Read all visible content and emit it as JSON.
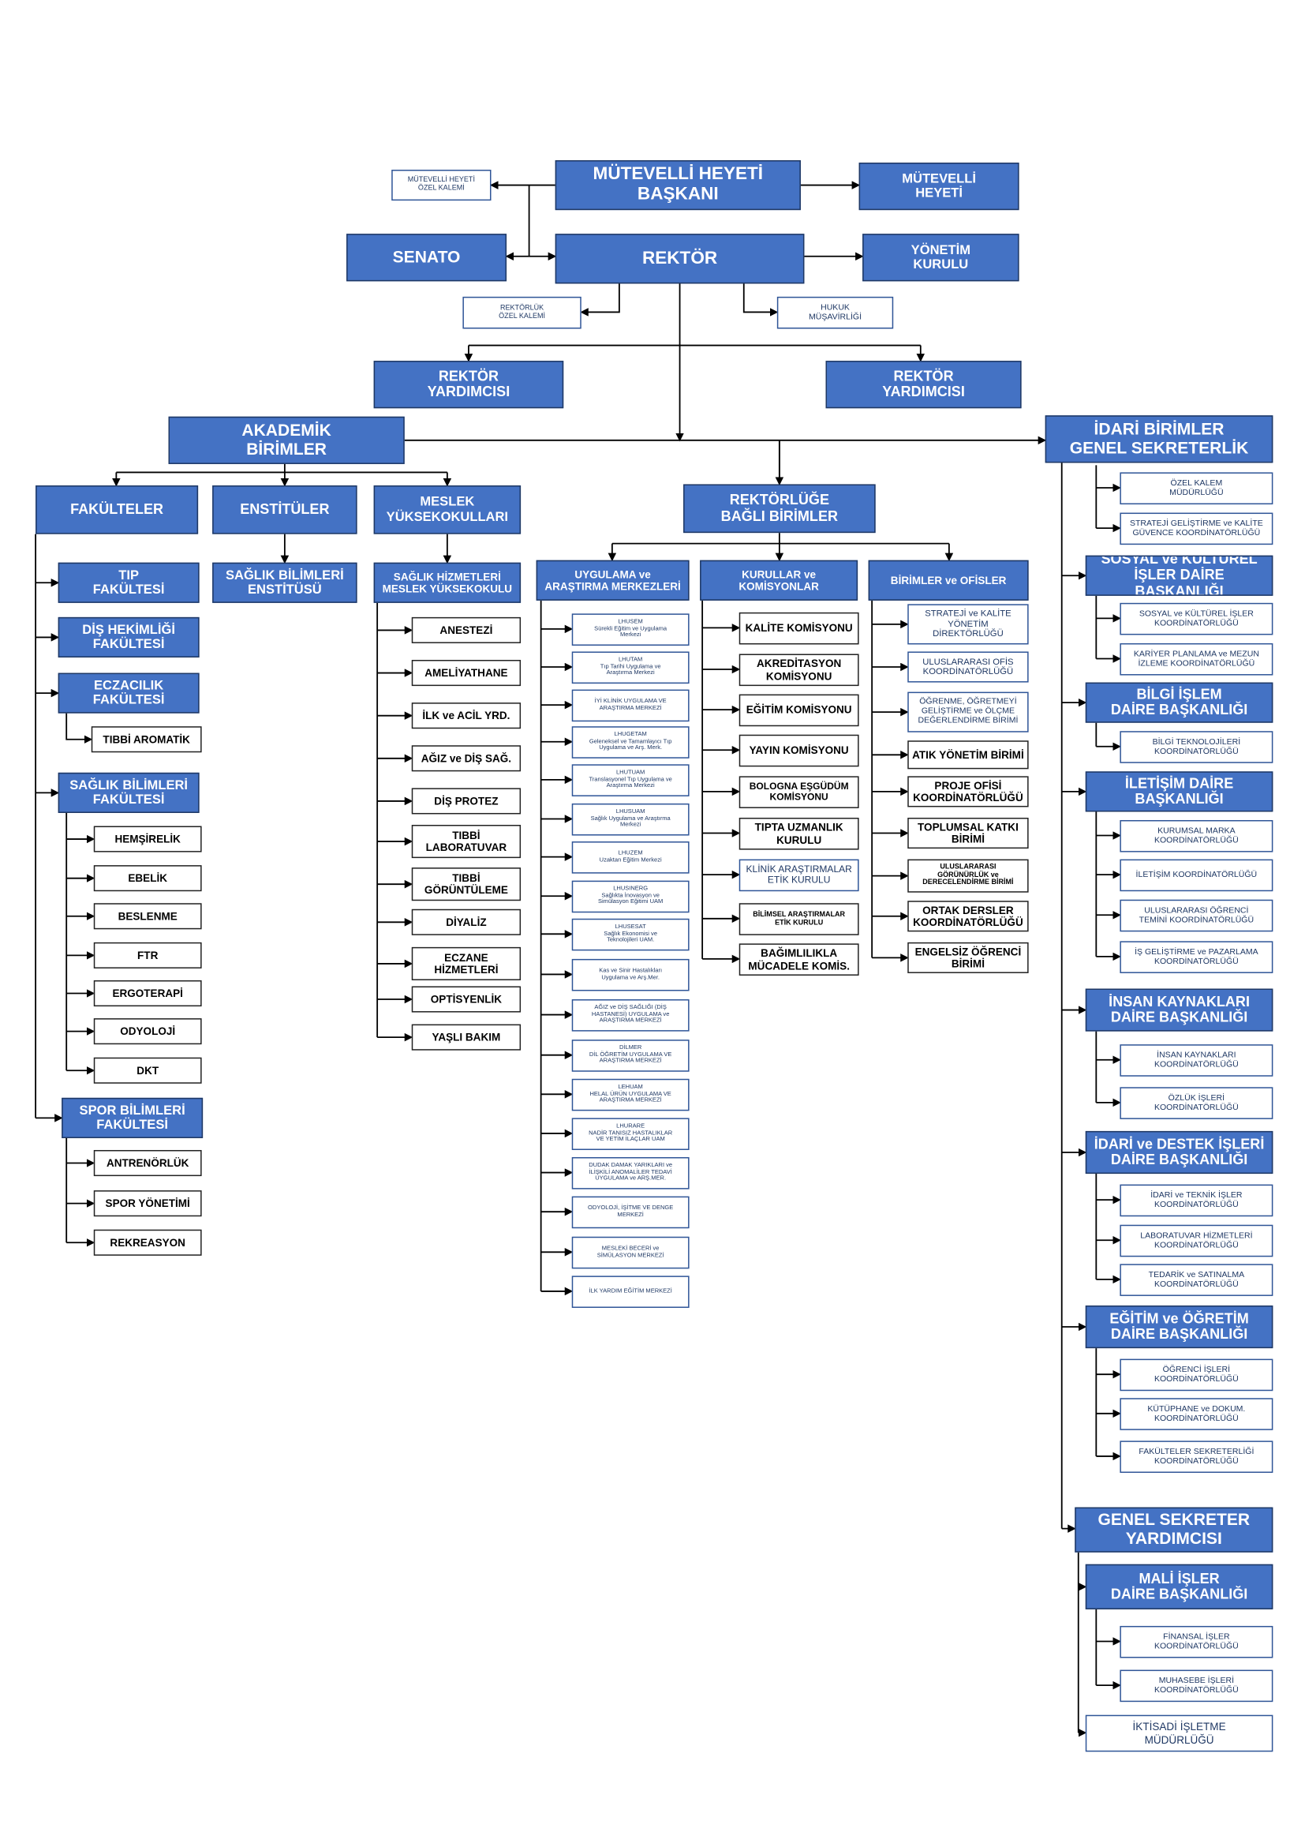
{
  "colors": {
    "header_fill": "#4472c4",
    "header_border": "#1f3864",
    "header_text": "#ffffff",
    "connector": "#000000"
  },
  "top": {
    "mutevelli_baskani": "MÜTEVELLİ HEYETİ\nBAŞKANI",
    "mutevelli_ozel_kalemi": "MÜTEVELLİ HEYETİ\nÖZEL KALEMİ",
    "mutevelli_heyeti": "MÜTEVELLİ\nHEYETİ",
    "senato": "SENATO",
    "rektor": "REKTÖR",
    "yonetim_kurulu": "YÖNETİM\nKURULU",
    "rektorluk_ozel_kalemi": "REKTÖRLÜK\nÖZEL KALEMİ",
    "hukuk_musavirligi": "HUKUK\nMÜŞAVİRLİĞİ",
    "rektor_yardimcisi_1": "REKTÖR\nYARDIMCISI",
    "rektor_yardimcisi_2": "REKTÖR\nYARDIMCISI"
  },
  "academic": {
    "akademik_birimler": "AKADEMİK\nBİRİMLER",
    "fakulteler": "FAKÜLTELER",
    "enstituler": "ENSTİTÜLER",
    "meslek_yuksekokullari": "MESLEK\nYÜKSEKOKULLARI",
    "tip": "TIP\nFAKÜLTESİ",
    "dis_hekimligi": "DİŞ HEKİMLİĞİ\nFAKÜLTESİ",
    "eczacilik": "ECZACILIK\nFAKÜLTESİ",
    "tibbi_aromatik": "TIBBİ AROMATİK",
    "saglik_bilimleri_fakultesi": "SAĞLIK BİLİMLERİ\nFAKÜLTESİ",
    "saglik_bilimleri_bolumleri": [
      "HEMŞİRELİK",
      "EBELİK",
      "BESLENME",
      "FTR",
      "ERGOTERAPİ",
      "ODYOLOJİ",
      "DKT"
    ],
    "spor_bilimleri_fakultesi": "SPOR BİLİMLERİ\nFAKÜLTESİ",
    "spor_bolumleri": [
      "ANTRENÖRLÜK",
      "SPOR YÖNETİMİ",
      "REKREASYON"
    ],
    "saglik_bilimleri_enstitusu": "SAĞLIK BİLİMLERİ\nENSTİTÜSÜ",
    "saglik_hizmetleri_myo": "SAĞLIK HİZMETLERİ\nMESLEK YÜKSEKOKULU",
    "myo_programlari": [
      "ANESTEZİ",
      "AMELİYATHANE",
      "İLK ve ACİL YRD.",
      "AĞIZ ve DİŞ SAĞ.",
      "DİŞ PROTEZ",
      "TIBBİ\nLABORATUVAR",
      "TIBBİ\nGÖRÜNTÜLEME",
      "DİYALİZ",
      "ECZANE\nHİZMETLERİ",
      "OPTİSYENLİK",
      "YAŞLI BAKIM"
    ]
  },
  "rectorate": {
    "rektorluge_bagli_birimler": "REKTÖRLÜĞE\nBAĞLI BİRİMLER",
    "uygulama_merkezleri_baslik": "UYGULAMA ve\nARAŞTIRMA MERKEZLERİ",
    "merkezler": [
      "LHUSEM\nSürekli Eğitim ve Uygulama\nMerkezi",
      "LHUTAM\nTıp Tarihi Uygulama ve\nAraştırma Merkezi",
      "İYİ KLİNİK UYGULAMA VE\nARAŞTIRMA MERKEZİ",
      "LHUGETAM\nGeleneksel ve Tamamlayıcı Tıp\nUygulama ve Arş. Merk.",
      "LHUTUAM\nTranslasyonel Tıp Uygulama ve\nAraştırma Merkezi",
      "LHUSUAM\nSağlık Uygulama ve Araştırma\nMerkezi",
      "LHUZEM\nUzaktan Eğitim Merkezi",
      "LHUSINERG\nSağlıkta İnovasyon ve\nSimülasyon Eğitimi UAM",
      "LHUSESAT\nSağlık Ekonomisi ve\nTeknolojileri UAM.",
      "Kas ve Sinir Hastalıkları\nUygulama ve Arş.Mer.",
      "AĞIZ ve DİŞ SAĞLIĞI (DİŞ\nHASTANESİ) UYGULAMA ve\nARAŞTIRMA MERKEZİ",
      "DİLMER\nDİL ÖĞRETİM UYGULAMA VE\nARAŞTIRMA MERKEZİ",
      "LEHUAM\nHELAL ÜRÜN UYGULAMA VE\nARAŞTIRMA MERKEZİ",
      "LHURARE\nNADİR TANISIZ HASTALIKLAR\nVE YETİM İLAÇLAR UAM",
      "DUDAK DAMAK YARIKLARI ve\nİLİŞKİLİ ANOMALİLER TEDAVİ\nUYGULAMA ve ARŞ.MER.",
      "ODYOLOJİ, İŞİTME VE DENGE\nMERKEZİ",
      "MESLEKİ BECERİ ve\nSİMÜLASYON MERKEZİ",
      "İLK YARDIM EĞİTİM MERKEZİ"
    ],
    "kurullar_baslik": "KURULLAR ve\nKOMİSYONLAR",
    "kurullar": [
      "KALİTE KOMİSYONU",
      "AKREDİTASYON\nKOMİSYONU",
      "EĞİTİM KOMİSYONU",
      "YAYIN KOMİSYONU",
      "BOLOGNA EŞGÜDÜM\nKOMİSYONU",
      "TIPTA UZMANLIK\nKURULU",
      "KLİNİK ARAŞTIRMALAR\nETİK KURULU",
      "BİLİMSEL ARAŞTIRMALAR\nETİK KURULU",
      "BAĞIMLILIKLA\nMÜCADELE KOMİS."
    ],
    "birimler_baslik": "BİRİMLER ve OFİSLER",
    "birimler": [
      "STRATEJİ ve KALİTE\nYÖNETİM\nDİREKTÖRLÜĞÜ",
      "ULUSLARARASI OFİS\nKOORDİNATÖRLÜĞÜ",
      "ÖĞRENME, ÖĞRETMEYİ\nGELİŞTİRME ve ÖLÇME\nDEĞERLENDİRME BİRİMİ",
      "ATIK YÖNETİM BİRİMİ",
      "PROJE OFİSİ\nKOORDİNATÖRLÜĞÜ",
      "TOPLUMSAL KATKI\nBİRİMİ",
      "ULUSLARARASI\nGÖRÜNÜRLÜK ve\nDERECELENDİRME BİRİMİ",
      "ORTAK DERSLER\nKOORDİNATÖRLÜĞÜ",
      "ENGELSİZ ÖĞRENCİ\nBİRİMİ"
    ]
  },
  "admin": {
    "idari_birimler": "İDARİ BİRİMLER\nGENEL SEKRETERLİK",
    "ozel_kalem": "ÖZEL KALEM\nMÜDÜRLÜĞÜ",
    "strateji_gelistirme": "STRATEJİ GELİŞTİRME ve KALİTE\nGÜVENCE KOORDİNATÖRLÜĞÜ",
    "sosyal_kulturel_db": "SOSYAL ve KÜLTÜREL\nİŞLER DAİRE BAŞKANLIĞI",
    "sosyal_kulturel_koord": "SOSYAL ve KÜLTÜREL İŞLER\nKOORDİNATÖRLÜĞÜ",
    "kariyer_planlama": "KARİYER PLANLAMA ve MEZUN\nİZLEME KOORDİNATÖRLÜĞÜ",
    "bilgi_islem_db": "BİLGİ İŞLEM\nDAİRE BAŞKANLIĞI",
    "bilgi_teknolojileri": "BİLGİ TEKNOLOJİLERİ\nKOORDİNATÖRLÜĞÜ",
    "iletisim_db": "İLETİŞİM DAİRE\nBAŞKANLIĞI",
    "kurumsal_marka": "KURUMSAL MARKA\nKOORDİNATÖRLÜĞÜ",
    "iletisim_koord": "İLETİŞİM KOORDİNATÖRLÜĞÜ",
    "uluslararasi_ogrenci": "ULUSLARARASI ÖĞRENCİ\nTEMİNİ KOORDİNATÖRLÜĞÜ",
    "is_gelistirme": "İŞ GELİŞTİRME ve PAZARLAMA\nKOORDİNATÖRLÜĞÜ",
    "insan_kaynaklari_db": "İNSAN KAYNAKLARI\nDAİRE BAŞKANLIĞI",
    "insan_kaynaklari_koord": "İNSAN KAYNAKLARI\nKOORDİNATÖRLÜĞÜ",
    "ozluk_isleri": "ÖZLÜK İŞLERİ\nKOORDİNATÖRLÜĞÜ",
    "idari_destek_db": "İDARİ ve DESTEK İŞLERİ\nDAİRE BAŞKANLIĞI",
    "idari_teknik": "İDARİ ve TEKNİK İŞLER\nKOORDİNATÖRLÜĞÜ",
    "laboratuvar_hizmetleri": "LABORATUVAR HİZMETLERİ\nKOORDİNATÖRLÜĞÜ",
    "tedarik_satinalma": "TEDARİK ve SATINALMA\nKOORDİNATÖRLÜĞÜ",
    "egitim_ogretim_db": "EĞİTİM ve ÖĞRETİM\nDAİRE BAŞKANLIĞI",
    "ogrenci_isleri": "ÖĞRENCİ İŞLERİ\nKOORDİNATÖRLÜĞÜ",
    "kutuphane": "KÜTÜPHANE ve DOKUM.\nKOORDİNATÖRLÜĞÜ",
    "fakulteler_sekreterligi": "FAKÜLTELER SEKRETERLİĞİ\nKOORDİNATÖRLÜĞÜ",
    "genel_sekreter_yardimcisi": "GENEL SEKRETER\nYARDIMCISI",
    "mali_isler_db": "MALİ İŞLER\nDAİRE BAŞKANLIĞI",
    "finansal_isler": "FİNANSAL İŞLER\nKOORDİNATÖRLÜĞÜ",
    "muhasebe_isleri": "MUHASEBE İŞLERİ\nKOORDİNATÖRLÜĞÜ",
    "iktisadi_isletme": "İKTİSADİ İŞLETME\nMÜDÜRLÜĞÜ"
  }
}
